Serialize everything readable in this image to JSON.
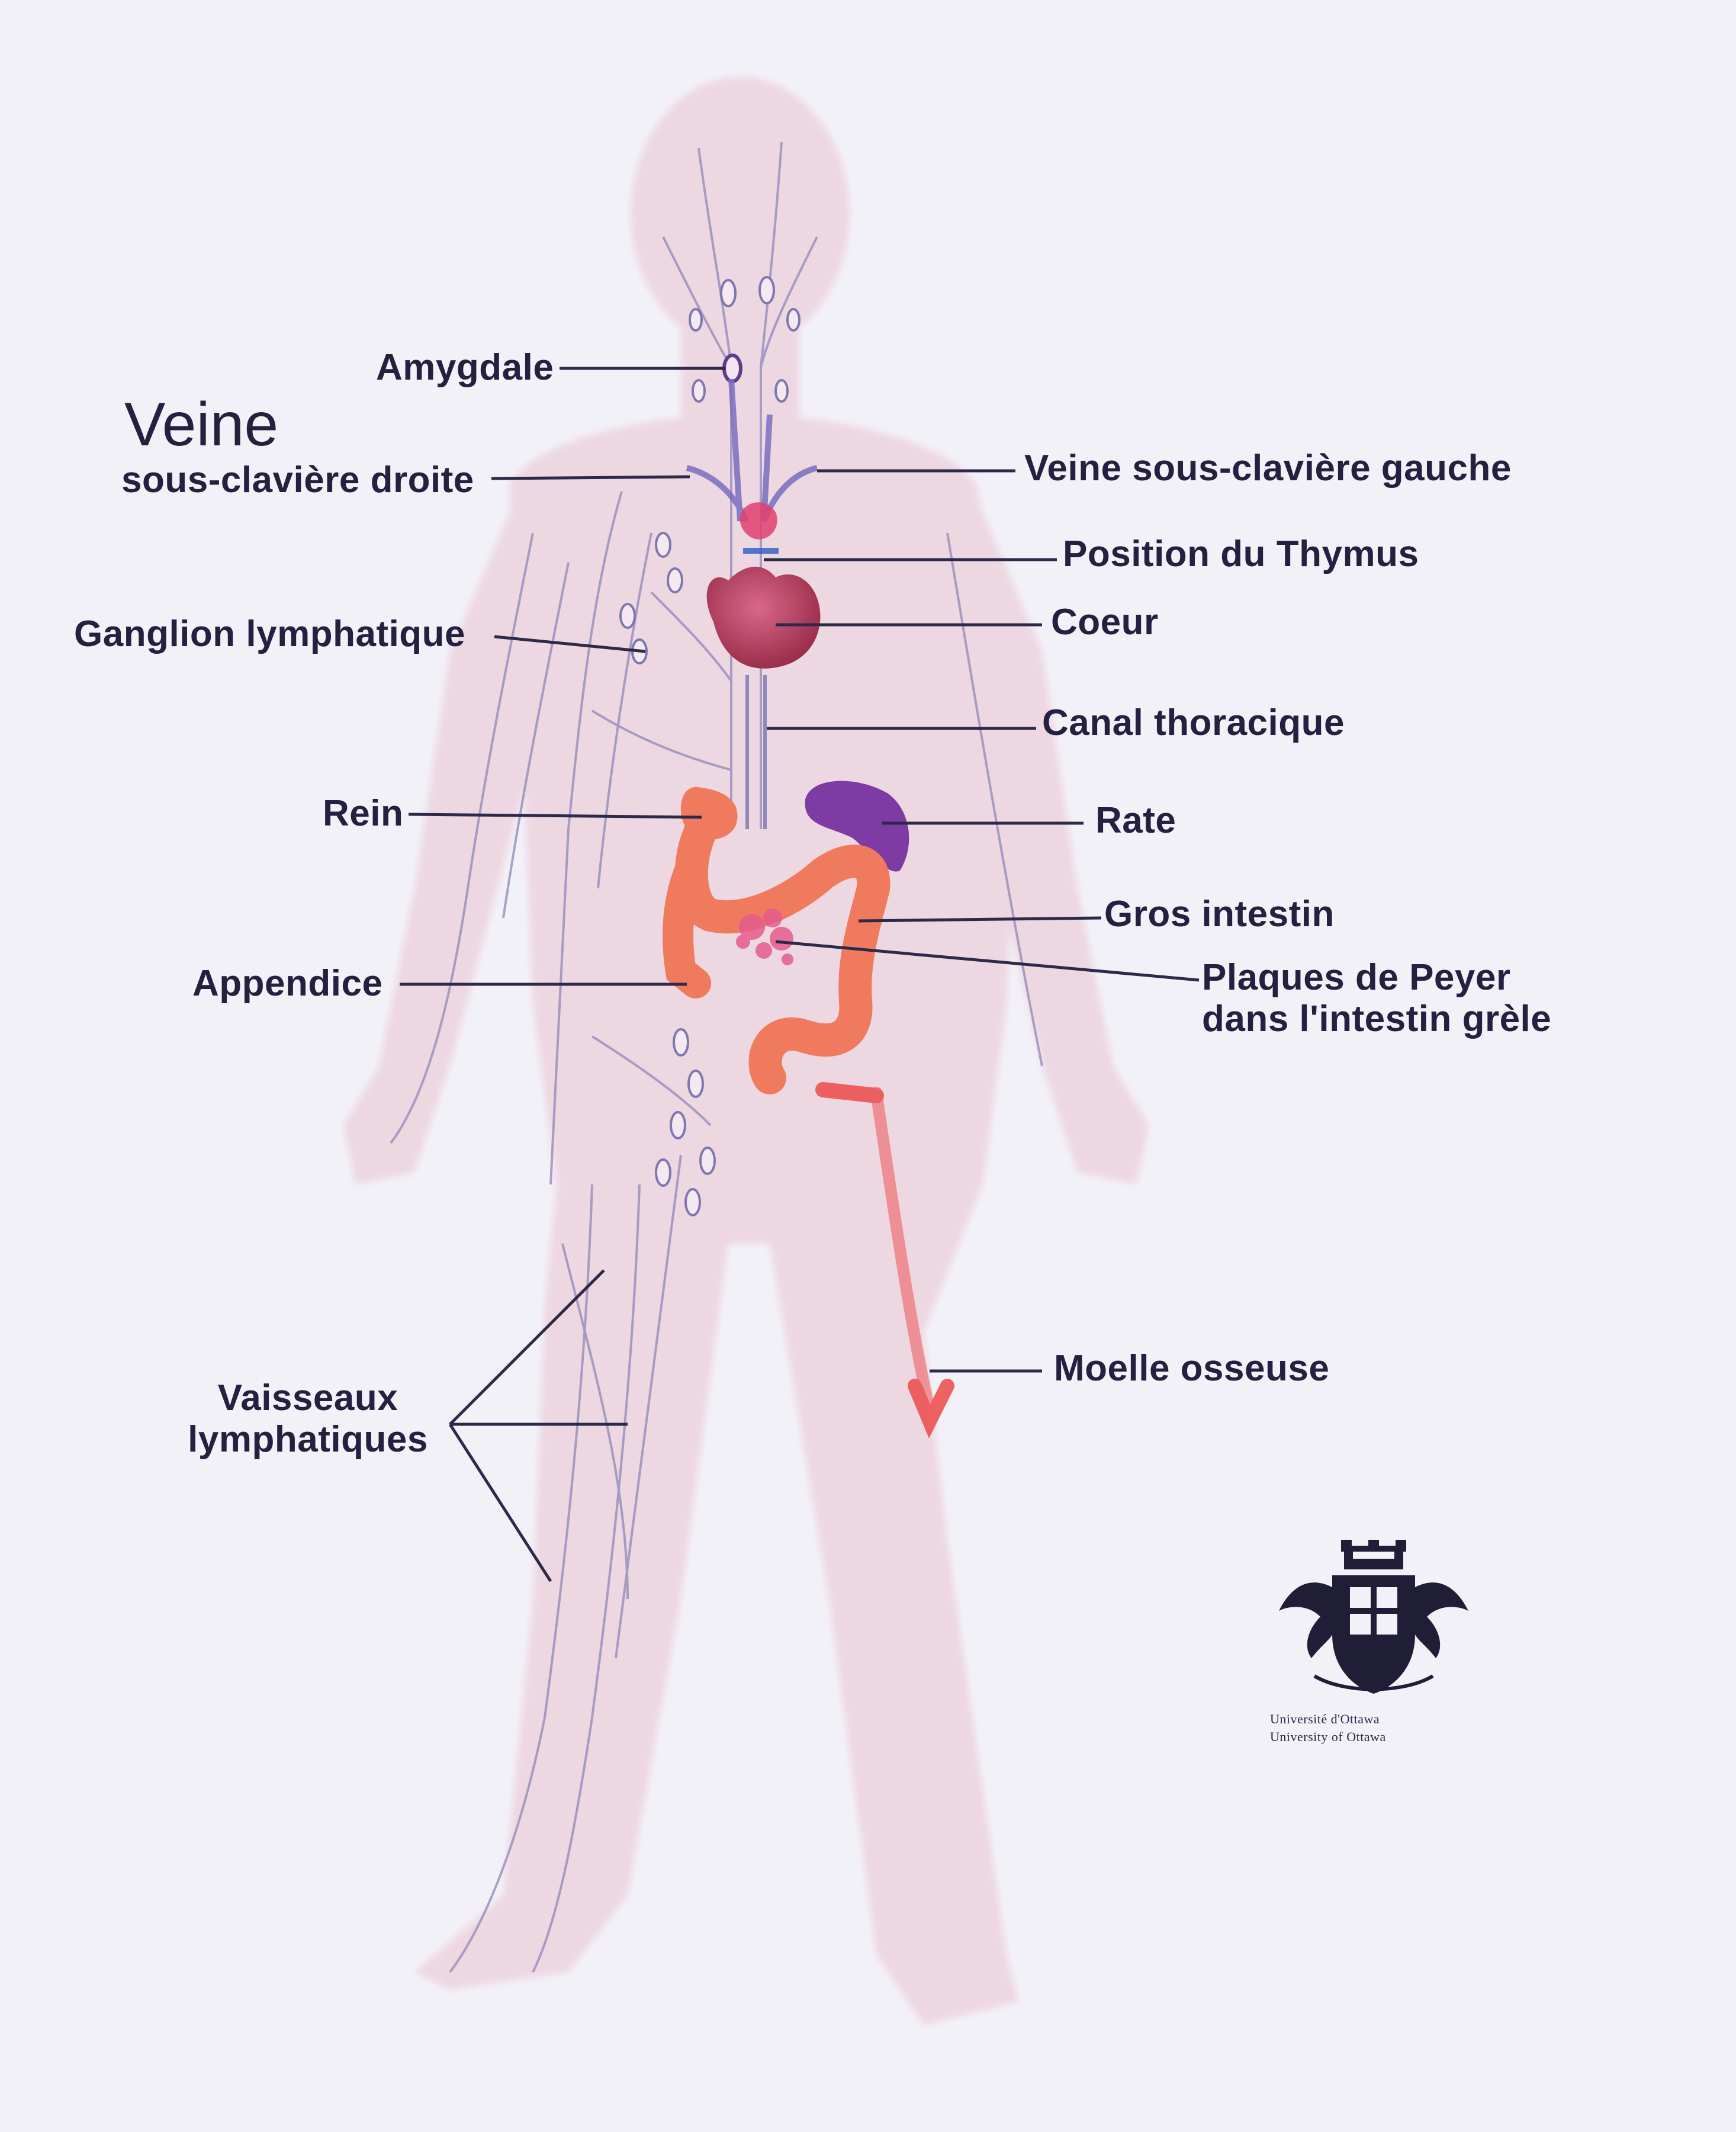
{
  "labels": {
    "amygdale": "Amygdale",
    "veine": "Veine",
    "sous_claviere_droite": "sous-clavière droite",
    "veine_sous_claviere_gauche": "Veine sous-clavière gauche",
    "position_thymus": "Position du Thymus",
    "ganglion": "Ganglion lymphatique",
    "coeur": "Coeur",
    "canal_thoracique": "Canal thoracique",
    "rein": "Rein",
    "rate": "Rate",
    "gros_intestin": "Gros intestin",
    "appendice": "Appendice",
    "plaques_line1": "Plaques de Peyer",
    "plaques_line2": "dans l'intestin grèle",
    "moelle": "Moelle osseuse",
    "vaisseaux_line1": "Vaisseaux",
    "vaisseaux_line2": "lymphatiques"
  },
  "logo": {
    "line1": "Université d'Ottawa",
    "line2": "University of Ottawa"
  },
  "colors": {
    "background": "#f3f1f8",
    "body_silhouette": "#ecd3de",
    "lymph_vessels": "#8f88b8",
    "leader_lines": "#2c2a48",
    "heart": "#b23b5b",
    "spleen": "#7d3ba3",
    "kidney_intestine": "#ef7a5e",
    "bone_marrow": "#ec4b4b",
    "thymus": "#e0406f"
  }
}
